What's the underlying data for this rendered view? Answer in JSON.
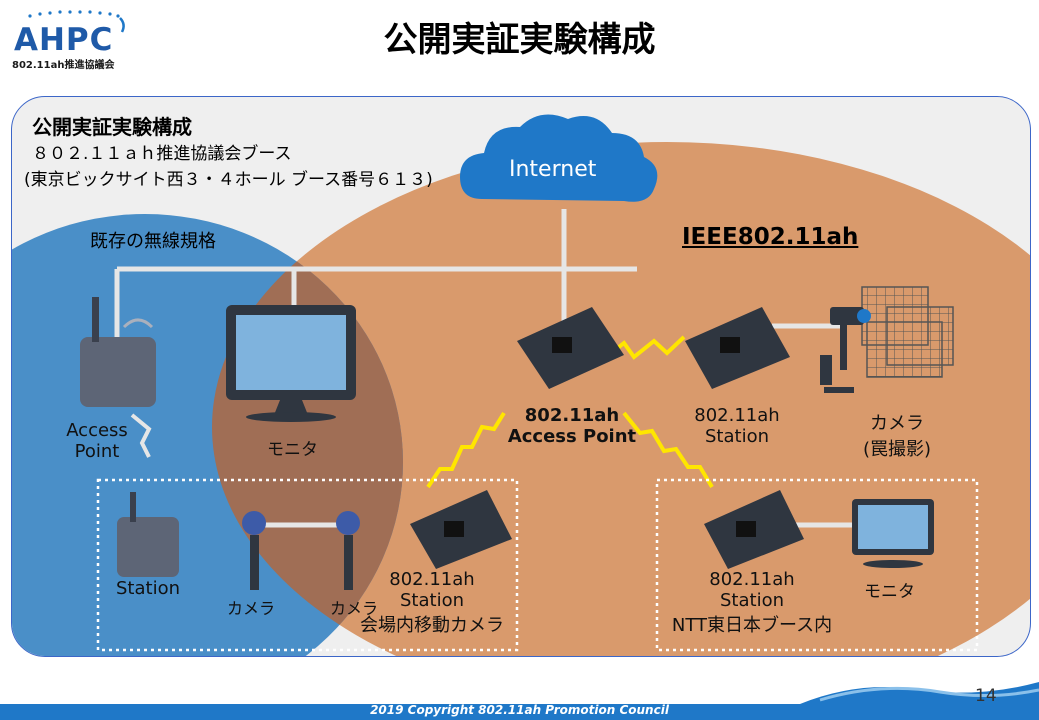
{
  "logo": {
    "name": "AHPC",
    "subtitle": "802.11ah推進協議会"
  },
  "slide": {
    "title": "公開実証実験構成",
    "page_number": "14"
  },
  "panel": {
    "heading": "公開実証実験構成",
    "line1": "８０２.１１ａｈ推進協議会ブース",
    "line2": "(東京ビックサイト西３・４ホール ブース番号６１３)"
  },
  "zones": {
    "existing": "既存の無線規格",
    "ieee": "IEEE802.11ah",
    "internet": "Internet"
  },
  "devices": {
    "access_point": {
      "line1": "Access",
      "line2": "Point"
    },
    "monitor_left": "モニタ",
    "station_left": "Station",
    "camera_left1": "カメラ",
    "camera_left2": "カメラ",
    "ap_center": {
      "line1": "802.11ah",
      "line2": "Access Point"
    },
    "station_top": {
      "line1": "802.11ah",
      "line2": "Station"
    },
    "camera_trap": {
      "line1": "カメラ",
      "line2": "(罠撮影)"
    },
    "station_bottom_left": {
      "line1": "802.11ah",
      "line2": "Station",
      "line3": "会場内移動カメラ"
    },
    "station_bottom_right": {
      "line1": "802.11ah",
      "line2": "Station",
      "line3": "NTT東日本ブース内"
    },
    "monitor_right": "モニタ"
  },
  "footer": "2019 Copyright 802.11ah Promotion Council",
  "colors": {
    "blue_zone": "#4a8fc8",
    "orange_zone": "#d99a6c",
    "brown_overlap": "#a06e55",
    "panel_border": "#3c66c8",
    "link_yellow": "#ffe600",
    "footer_blue": "#1f78c8"
  }
}
